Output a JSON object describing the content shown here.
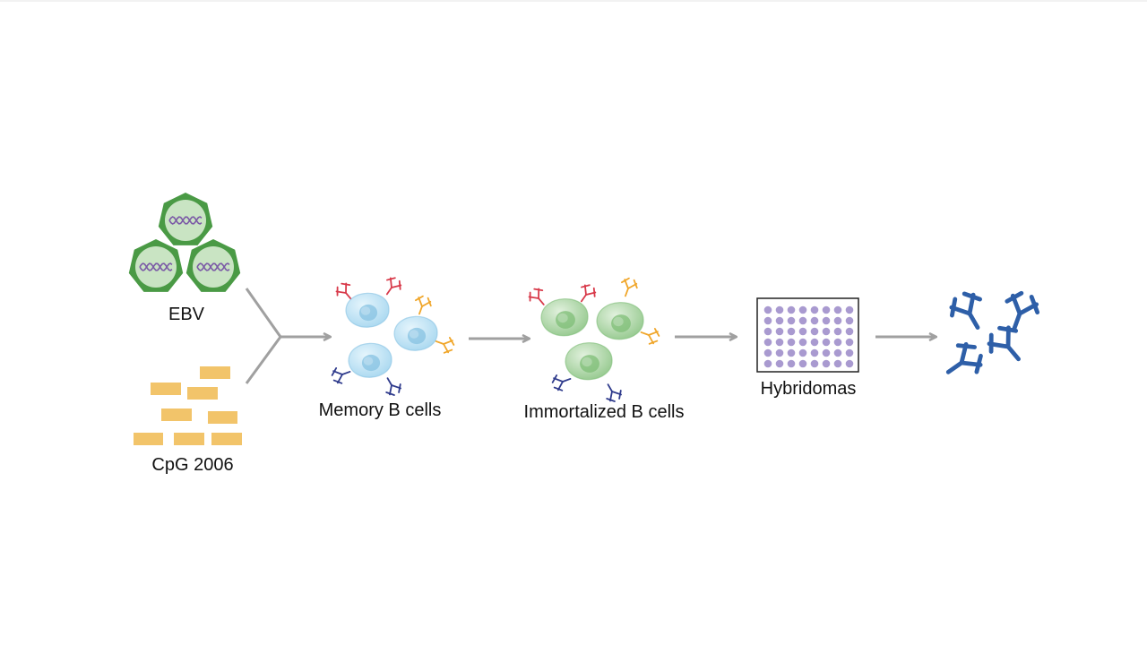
{
  "labels": {
    "ebv": "EBV",
    "cpg": "CpG 2006",
    "memory": "Memory B cells",
    "immortalized": "Immortalized B cells",
    "hybridomas": "Hybridomas"
  },
  "colors": {
    "ebv_dark": "#4a9a45",
    "ebv_light": "#c9e4c3",
    "dna": "#7b5aa6",
    "cpg": "#f2c46a",
    "arrow": "#a0a0a0",
    "memory_cell": "#bfe3f5",
    "memory_nucleus": "#86c2e2",
    "immortal_cell": "#b9dcb4",
    "immortal_nucleus": "#7dbd76",
    "ab_red": "#d83a4a",
    "ab_orange": "#f0a62a",
    "ab_navy": "#2f3b8c",
    "well": "#a99ad0",
    "antibody_product": "#2e5fa8"
  },
  "icons": [
    "ebv-virus-icon",
    "cpg-oligo-icon",
    "memory-b-cell-icon",
    "immortalized-b-cell-icon",
    "well-plate-icon",
    "antibody-icon",
    "arrow-icon"
  ]
}
